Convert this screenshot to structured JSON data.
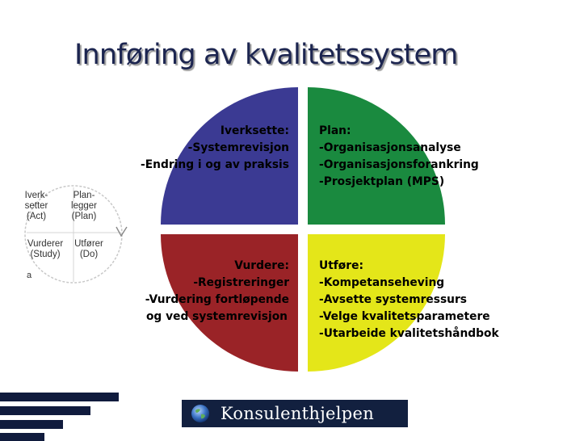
{
  "title": "Innføring av kvalitetssystem",
  "quadrants": {
    "act": {
      "color": "#3b3a93",
      "heading": "Iverksette:",
      "items": [
        "Systemrevisjon",
        "Endring i og av praksis"
      ]
    },
    "plan": {
      "color": "#1a8a3f",
      "heading": "Plan:",
      "items": [
        "Organisasjonsanalyse",
        "Organisasjonsforankring",
        "Prosjektplan (MPS)"
      ]
    },
    "check": {
      "color": "#9a2327",
      "heading": "Vurdere:",
      "items": [
        "Registreringer",
        "Vurdering fortløpende",
        "og ved systemrevisjon"
      ]
    },
    "do": {
      "color": "#e4e619",
      "heading": "Utføre:",
      "items": [
        "Kompetanseheving",
        "Avsette systemressurs",
        "Velge kvalitetsparametere",
        "Utarbeide kvalitetshåndbok"
      ]
    }
  },
  "mini_cycle": {
    "top_left": [
      "Iverk-",
      "setter",
      "(Act)"
    ],
    "top_right": [
      "Plan-",
      "legger",
      "(Plan)"
    ],
    "bottom_left": [
      "Vurderer",
      "(Study)"
    ],
    "bottom_right": [
      "Utfører",
      "(Do)"
    ],
    "stray_letter": "a"
  },
  "logo": {
    "text": "Konsulenthjelpen",
    "icon": "globe-icon"
  },
  "colors": {
    "title": "#1c2550",
    "stripes": "#101b3d",
    "logo_bg": "#12203f"
  }
}
